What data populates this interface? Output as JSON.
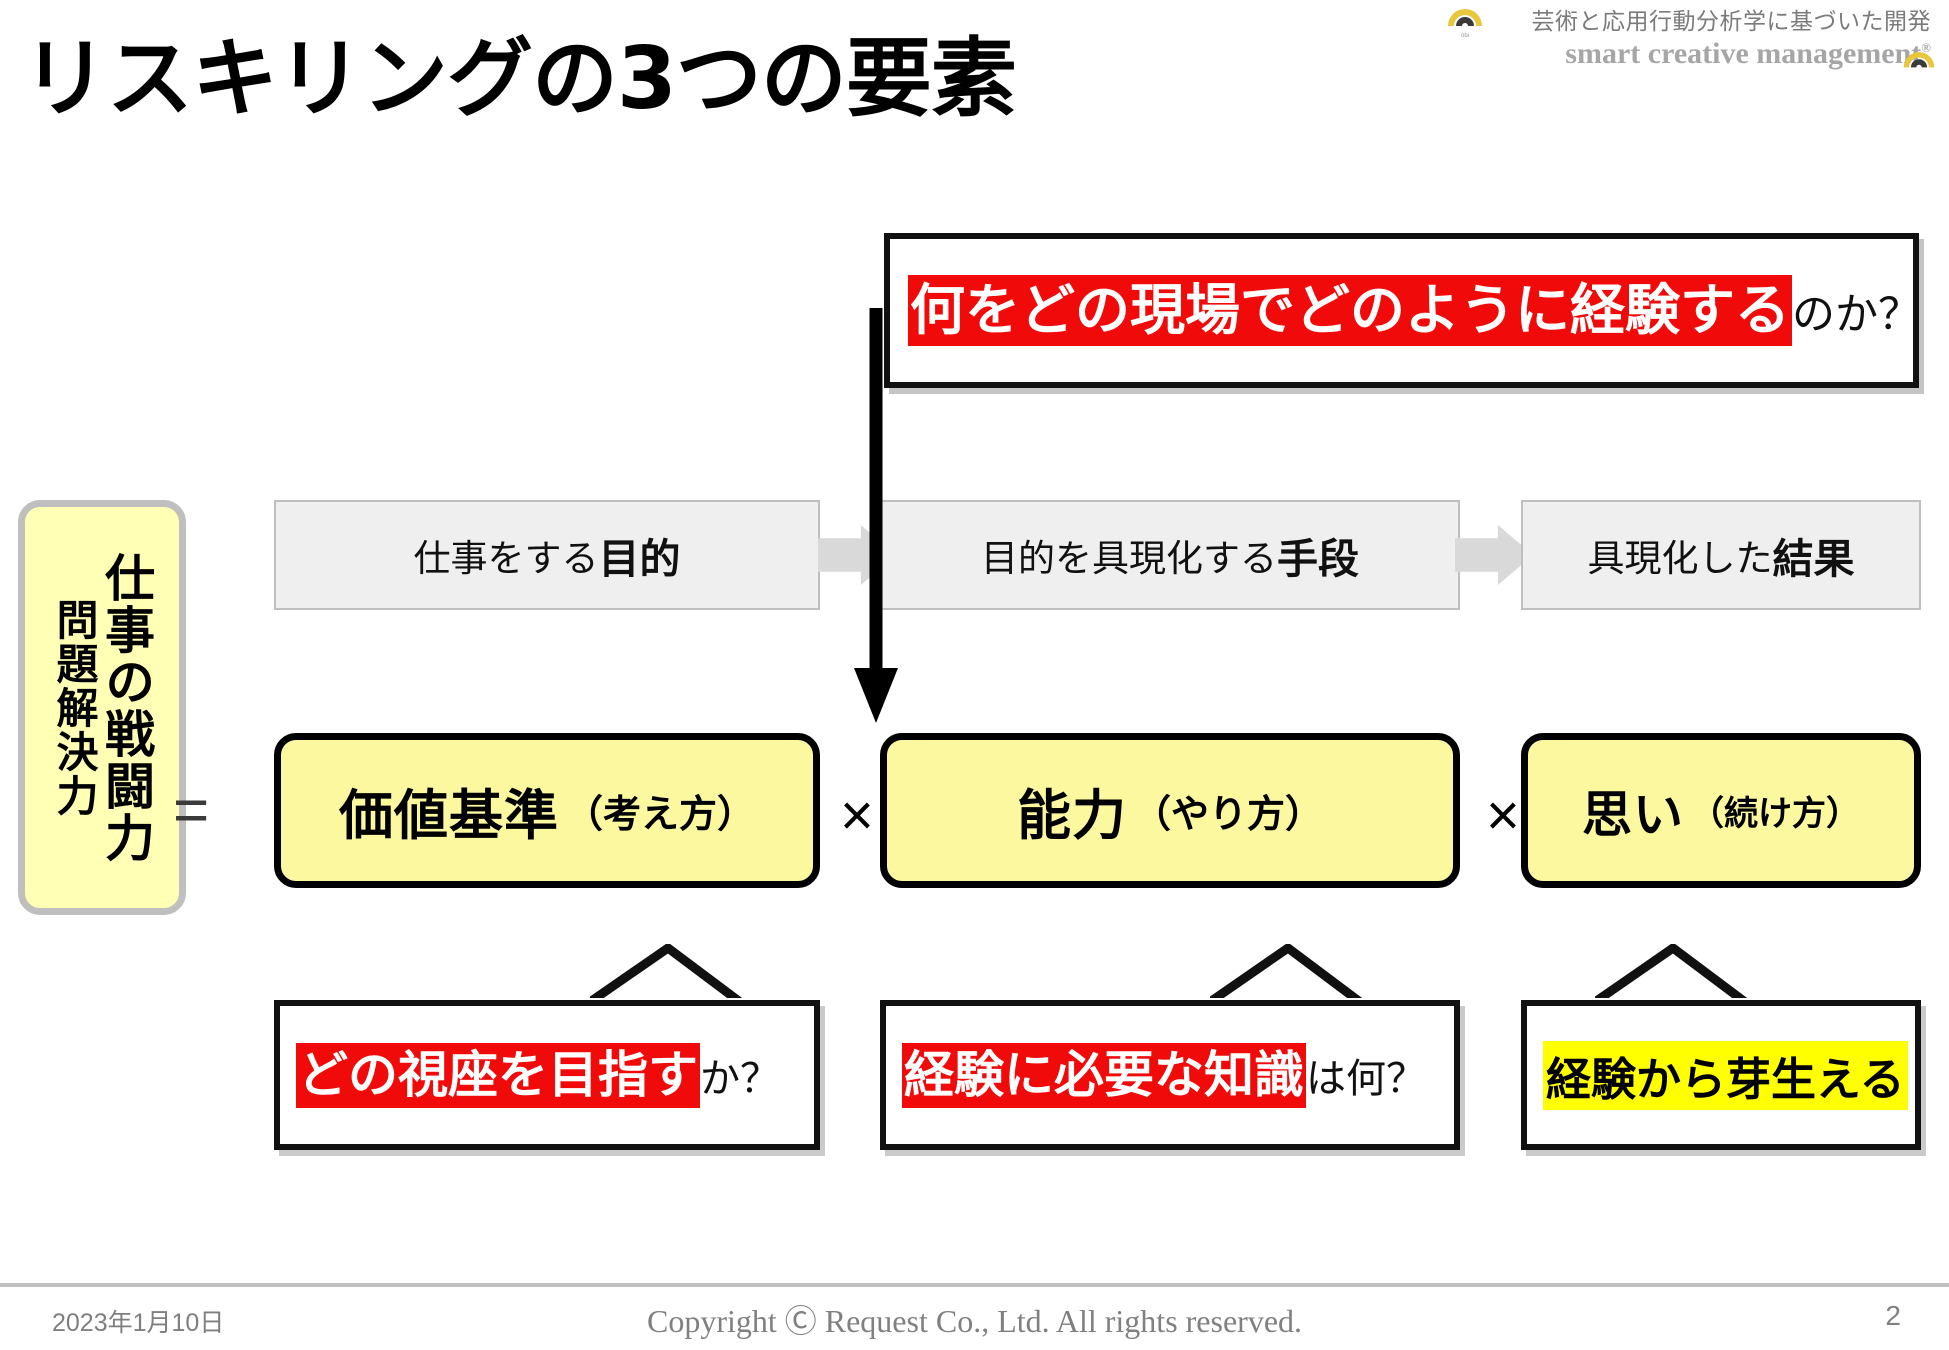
{
  "slide": {
    "title": "リスキリングの3つの要素",
    "logo": {
      "tagline": "芸術と応用行動分析学に基づいた開発",
      "brand": "smart creative management",
      "registered": "®",
      "mark_name": "obi-target-logo"
    }
  },
  "left_bar": {
    "main_label": "仕事の戦闘力",
    "sub_label": "問題解決力",
    "fill_color": "#FFFFB5",
    "border_color": "#BFBFBF"
  },
  "operators": {
    "equals": "=",
    "multiply_1": "×",
    "multiply_2": "×"
  },
  "process_row": {
    "boxes": [
      {
        "prefix": "仕事をする",
        "emphasis": "目的"
      },
      {
        "prefix": "目的を具現化する",
        "emphasis": "手段"
      },
      {
        "prefix": "具現化した",
        "emphasis": "結果"
      }
    ],
    "arrow_color": "#D9D9D9",
    "fill_color": "#EFEFEF"
  },
  "element_row": {
    "boxes": [
      {
        "main": "価値基準",
        "paren": "（考え方）"
      },
      {
        "main": "能力",
        "paren": "（やり方）"
      },
      {
        "main": "思い",
        "paren": "（続け方）"
      }
    ],
    "fill_color": "#FBF8A0",
    "border_color": "#000000"
  },
  "top_callout": {
    "highlight": "何をどの現場でどのように経験する",
    "tail": "のか？",
    "highlight_color": "#F10A0A",
    "highlight_text_color": "#FFFFFF"
  },
  "bottom_callouts": [
    {
      "highlight": "どの視座を目指す",
      "tail": "か？",
      "highlight_color": "#F10A0A",
      "highlight_text_color": "#FFFFFF"
    },
    {
      "highlight": "経験に必要な知識",
      "tail": "は何？",
      "highlight_color": "#F10A0A",
      "highlight_text_color": "#FFFFFF"
    },
    {
      "highlight": "経験から芽生える",
      "tail": "",
      "highlight_color": "#FFFF00",
      "highlight_text_color": "#000000"
    }
  ],
  "footer": {
    "date": "2023年1月10日",
    "copyright": "Copyright Ⓒ Request Co., Ltd.  All rights reserved.",
    "page_number": "2"
  }
}
